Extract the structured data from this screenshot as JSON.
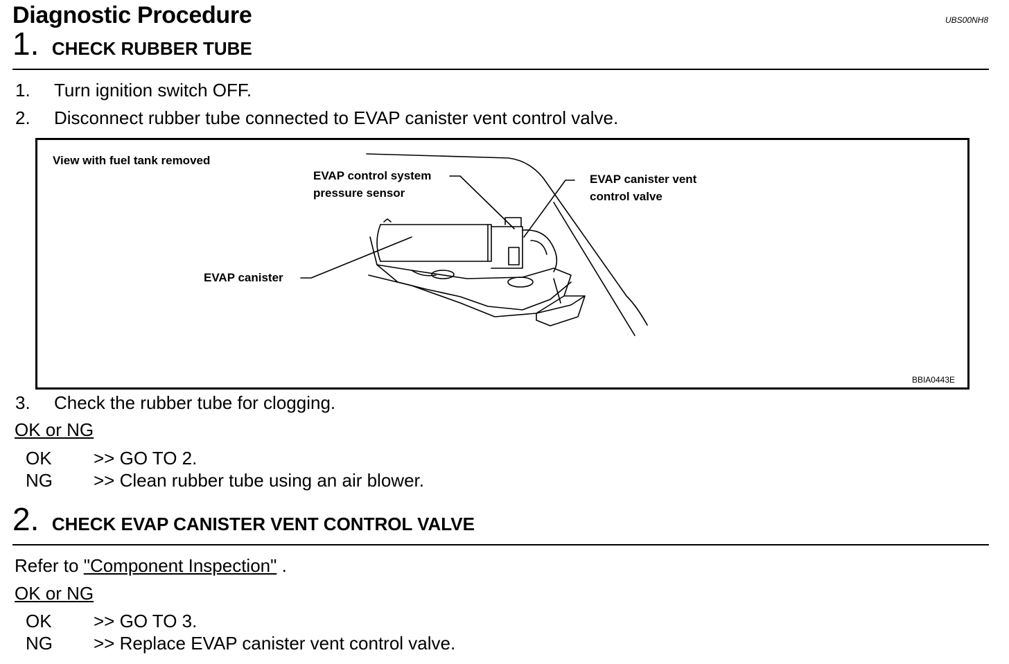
{
  "header": {
    "title": "Diagnostic Procedure",
    "doc_id": "UBS00NH8"
  },
  "step1": {
    "number": "1.",
    "heading": "CHECK RUBBER TUBE",
    "instructions": [
      {
        "num": "1.",
        "text": "Turn ignition switch OFF."
      },
      {
        "num": "2.",
        "text": "Disconnect rubber tube connected to EVAP canister vent control valve."
      }
    ],
    "figure": {
      "caption": "View with fuel tank removed",
      "label_sensor_line1": "EVAP control system",
      "label_sensor_line2": "pressure sensor",
      "label_valve_line1": "EVAP canister vent",
      "label_valve_line2": "control valve",
      "label_canister": "EVAP canister",
      "code": "BBIA0443E"
    },
    "instruction3": {
      "num": "3.",
      "text": "Check the rubber tube for clogging."
    },
    "okng_label": "OK or NG",
    "results": [
      {
        "label": "OK",
        "text": ">> GO TO 2."
      },
      {
        "label": "NG",
        "text": ">> Clean rubber tube using an air blower."
      }
    ]
  },
  "step2": {
    "number": "2.",
    "heading": "CHECK EVAP CANISTER VENT CONTROL VALVE",
    "refer_prefix": "Refer to ",
    "refer_link": "\"Component Inspection\"",
    "refer_suffix": " .",
    "okng_label": "OK or NG",
    "results": [
      {
        "label": "OK",
        "text": ">> GO TO 3."
      },
      {
        "label": "NG",
        "text": ">> Replace EVAP canister vent control valve."
      }
    ]
  }
}
